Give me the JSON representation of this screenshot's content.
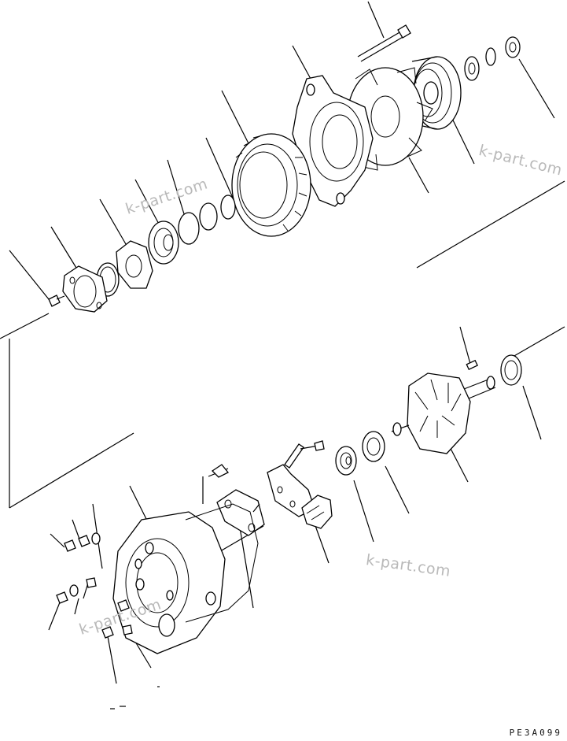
{
  "diagram": {
    "watermarks": [
      "k-part.com",
      "k-part.com",
      "k-part.com",
      "k-part.com"
    ],
    "drawing_code": "PE3A099"
  }
}
